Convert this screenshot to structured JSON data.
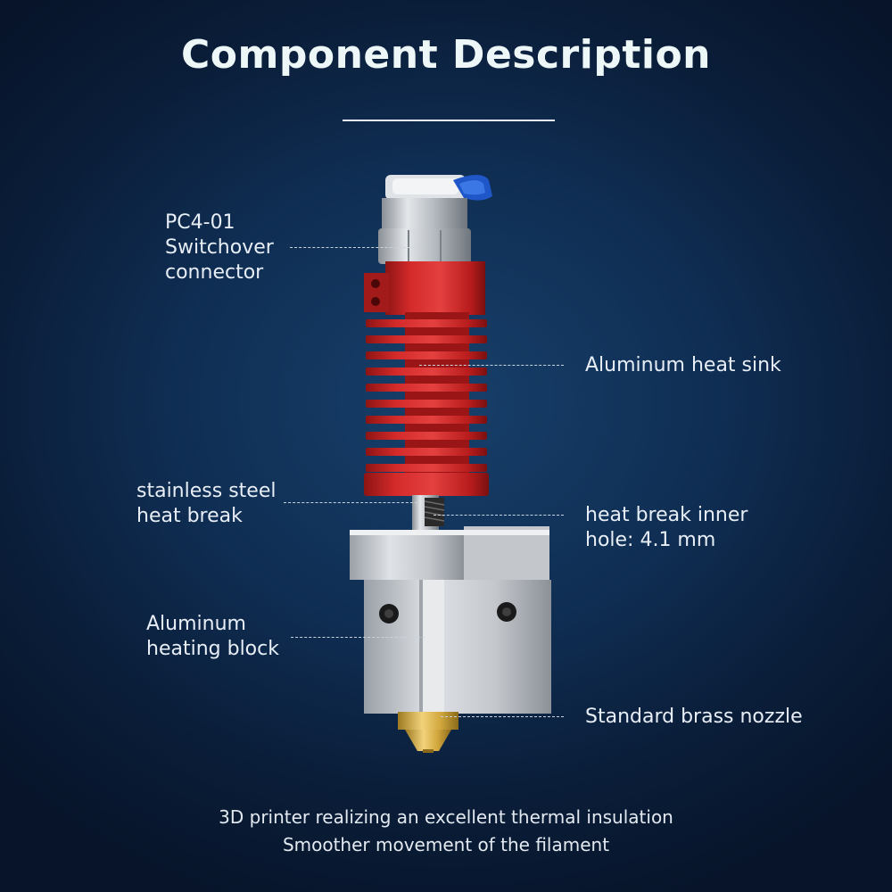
{
  "title": "Component Description",
  "labels": {
    "connector": [
      "PC4-01",
      "Switchover",
      "connector"
    ],
    "heat_sink": "Aluminum heat sink",
    "heat_break": [
      "stainless steel",
      "heat break"
    ],
    "inner_hole": [
      "heat break inner",
      "hole: 4.1 mm"
    ],
    "heating_block": [
      "Aluminum",
      "heating block"
    ],
    "nozzle": "Standard brass nozzle"
  },
  "footer": {
    "line1": "3D printer realizing an excellent thermal insulation",
    "line2": "Smoother movement of the filament"
  },
  "colors": {
    "background": "#0f2d52",
    "heat_sink": "#d32424",
    "block": "#c9cdd2",
    "brass": "#d8b14a",
    "clip": "#1f56c8"
  }
}
